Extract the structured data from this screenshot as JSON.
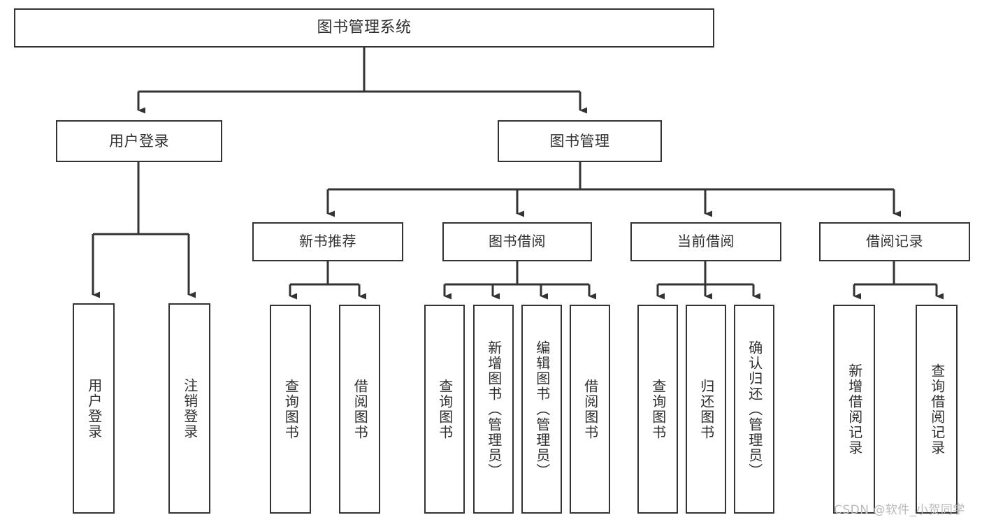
{
  "diagram": {
    "title": "图书管理系统",
    "type": "tree-hierarchy-diagram",
    "colors": {
      "box_border": "#333333",
      "box_fill": "#ffffff",
      "text": "#2f2f2f",
      "edge": "#333333",
      "watermark": "#b9b9b9",
      "background": "#ffffff"
    },
    "root": {
      "label": "图书管理系统"
    },
    "level2": [
      {
        "label": "用户登录"
      },
      {
        "label": "图书管理"
      }
    ],
    "level3": [
      {
        "label": "新书推荐"
      },
      {
        "label": "图书借阅"
      },
      {
        "label": "当前借阅"
      },
      {
        "label": "借阅记录"
      }
    ],
    "leaves": [
      {
        "label": "用户登录",
        "parent": "用户登录"
      },
      {
        "label": "注销登录",
        "parent": "用户登录"
      },
      {
        "label": "查询图书",
        "parent": "新书推荐"
      },
      {
        "label": "借阅图书",
        "parent": "新书推荐"
      },
      {
        "label": "查询图书",
        "parent": "图书借阅"
      },
      {
        "label": "新增图书（管理员）",
        "parent": "图书借阅"
      },
      {
        "label": "编辑图书（管理员）",
        "parent": "图书借阅"
      },
      {
        "label": "借阅图书",
        "parent": "图书借阅"
      },
      {
        "label": "查询图书",
        "parent": "当前借阅"
      },
      {
        "label": "归还图书",
        "parent": "当前借阅"
      },
      {
        "label": "确认归还（管理员）",
        "parent": "当前借阅"
      },
      {
        "label": "新增借阅记录",
        "parent": "借阅记录"
      },
      {
        "label": "查询借阅记录",
        "parent": "借阅记录"
      }
    ],
    "watermark": "CSDN @软件_小贺同学"
  }
}
